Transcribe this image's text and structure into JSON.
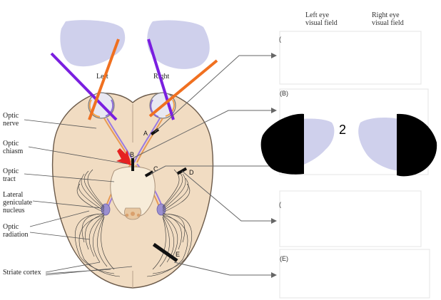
{
  "headers": {
    "left_eye_line1": "Left eye",
    "left_eye_line2": "visual field",
    "right_eye_line1": "Right eye",
    "right_eye_line2": "visual field"
  },
  "eye_labels": {
    "left": "Left",
    "right": "Right"
  },
  "labels": {
    "optic_nerve_1": "Optic",
    "optic_nerve_2": "nerve",
    "optic_chiasm_1": "Optic",
    "optic_chiasm_2": "chiasm",
    "optic_tract_1": "Optic",
    "optic_tract_2": "tract",
    "lgn_1": "Lateral",
    "lgn_2": "geniculate",
    "lgn_3": "nucleus",
    "optic_radiation_1": "Optic",
    "optic_radiation_2": "radiation",
    "striate_cortex": "Striate cortex"
  },
  "lesion_letters": {
    "a": "A",
    "b": "B",
    "c": "C",
    "d": "D",
    "e": "E"
  },
  "panels": {
    "b": "(B)",
    "e": "(E)",
    "a_partial": "(",
    "d_partial": "("
  },
  "panel_b_number": "2",
  "colors": {
    "visual_field": "#cfd0ec",
    "brain": "#f1dcc2",
    "brain_outline": "#6b5a4a",
    "purple_line": "#7a1fe0",
    "orange_line": "#f07020",
    "red_arrow": "#e52222",
    "black_mask": "#000000"
  }
}
